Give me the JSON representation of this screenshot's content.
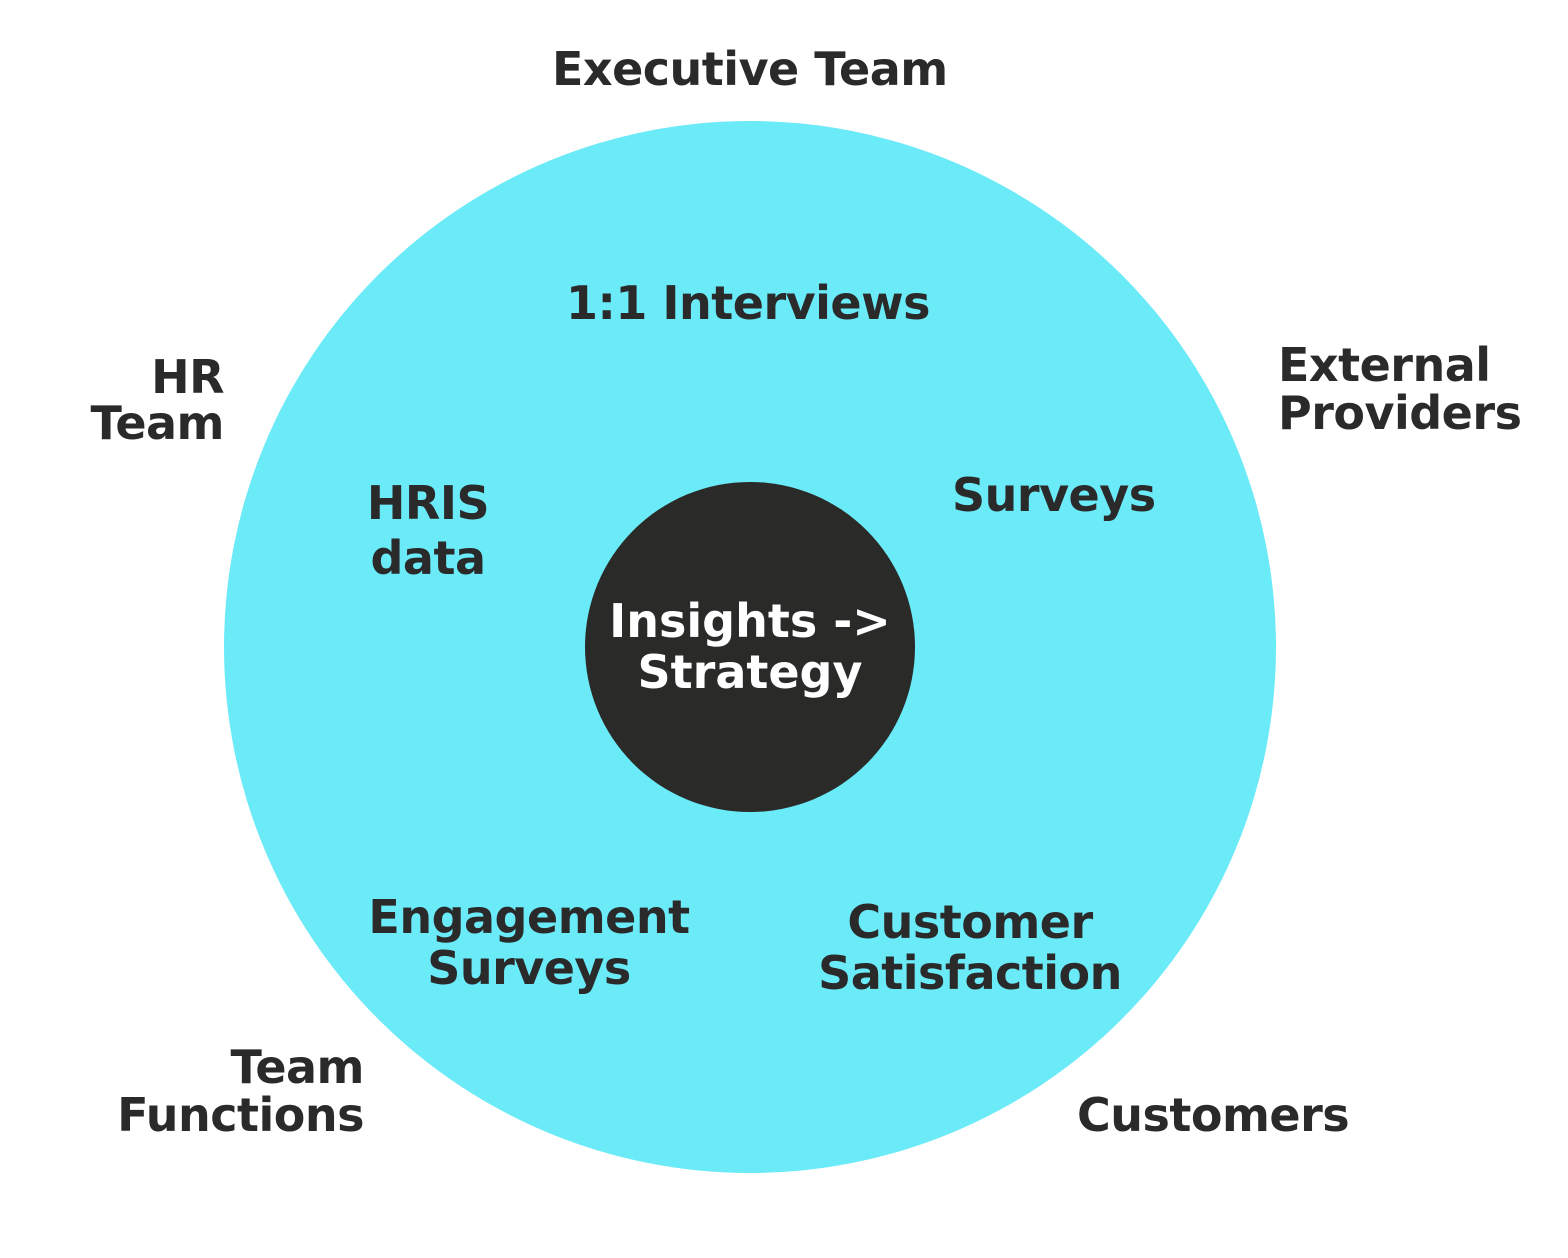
{
  "colors": {
    "outer_circle": "#6BEAF8",
    "center_circle": "#2A2A28",
    "text_dark": "#2A2A2A",
    "text_light": "#FFFFFF",
    "background": "#FFFFFF"
  },
  "outer_labels": {
    "executive_team": "Executive Team",
    "hr_team": [
      "HR",
      "Team"
    ],
    "external_providers": [
      "External",
      "Providers"
    ],
    "team_functions": [
      "Team",
      "Functions"
    ],
    "customers": "Customers"
  },
  "inner_labels": {
    "interviews": "1:1 Interviews",
    "hris_data": [
      "HRIS",
      "data"
    ],
    "surveys": "Surveys",
    "engagement_surveys": [
      "Engagement",
      "Surveys"
    ],
    "customer_satisfaction": [
      "Customer",
      "Satisfaction"
    ]
  },
  "center": {
    "line1": "Insights ->",
    "line2": "Strategy"
  }
}
